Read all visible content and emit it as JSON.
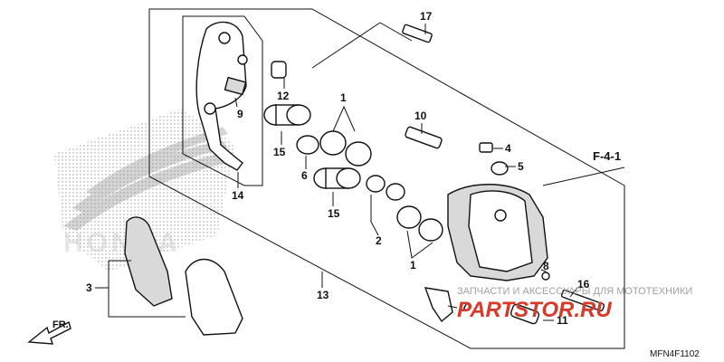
{
  "diagram": {
    "section_ref": "F-4-1",
    "diagram_code": "MFN4F1102",
    "direction_label": "FR.",
    "watermark_brand": "HONDA",
    "watermark_text": "ЗАПЧАСТИ И АКСЕССУАРЫ ДЛЯ МОТОТЕХНИКИ",
    "watermark_site": "PARTSTOR.RU",
    "callouts": [
      {
        "id": "1a",
        "label": "1"
      },
      {
        "id": "1b",
        "label": "1"
      },
      {
        "id": "2",
        "label": "2"
      },
      {
        "id": "3",
        "label": "3"
      },
      {
        "id": "4",
        "label": "4"
      },
      {
        "id": "5",
        "label": "5"
      },
      {
        "id": "6",
        "label": "6"
      },
      {
        "id": "7",
        "label": "7"
      },
      {
        "id": "8",
        "label": "8"
      },
      {
        "id": "9",
        "label": "9"
      },
      {
        "id": "10",
        "label": "10"
      },
      {
        "id": "11",
        "label": "11"
      },
      {
        "id": "12",
        "label": "12"
      },
      {
        "id": "13",
        "label": "13"
      },
      {
        "id": "14",
        "label": "14"
      },
      {
        "id": "15a",
        "label": "15"
      },
      {
        "id": "15b",
        "label": "15"
      },
      {
        "id": "16",
        "label": "16"
      },
      {
        "id": "17",
        "label": "17"
      }
    ]
  }
}
